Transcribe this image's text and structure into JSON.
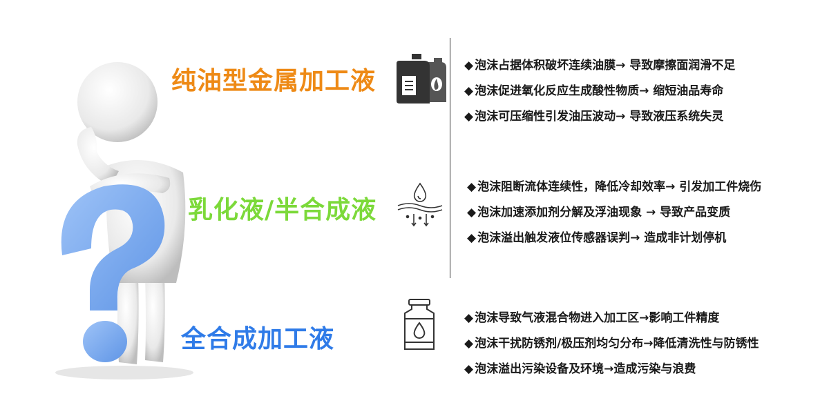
{
  "categories": [
    {
      "title": "纯油型金属加工液",
      "color": "#EE8A16",
      "icon": "oil-canisters-icon",
      "items": [
        "泡沫占据体积破坏连续油膜→ 导致摩擦面润滑不足",
        "泡沫促进氧化反应生成酸性物质→ 缩短油品寿命",
        "泡沫可压缩性引发油压波动→ 导致液压系统失灵"
      ]
    },
    {
      "title": "乳化液/半合成液",
      "color": "#7CD93A",
      "icon": "emulsion-droplet-icon",
      "items": [
        "泡沫阻断流体连续性，降低冷却效率→ 引发加工件烧伤",
        "泡沫加速添加剂分解及浮油现象 → 导致产品变质",
        "泡沫溢出触发液位传感器误判→ 造成非计划停机"
      ]
    },
    {
      "title": "全合成加工液",
      "color": "#2F7BE8",
      "icon": "bottle-droplet-icon",
      "items": [
        "泡沫导致气液混合物进入加工区→影响工件精度",
        "泡沫干扰防锈剂/极压剂均匀分布→降低清洗性与防锈性",
        "泡沫溢出污染设备及环境→造成污染与浪费"
      ]
    }
  ],
  "bullet": "◆",
  "figure_icon": "thinking-person-question-mark-icon"
}
